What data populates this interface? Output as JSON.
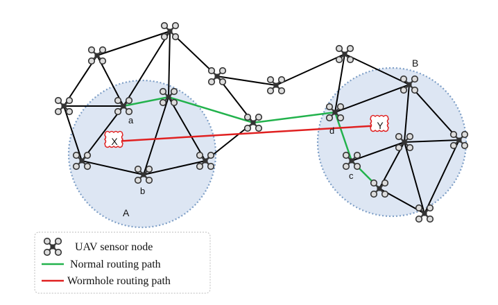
{
  "diagram": {
    "zones": {
      "A": "A",
      "B": "B"
    },
    "node_labels": {
      "a": "a",
      "b": "b",
      "c": "c",
      "d": "d"
    },
    "attackers": {
      "X": "X",
      "Y": "Y"
    },
    "icon": "uav-quadcopter-icon",
    "colors": {
      "normal_path": "#22b24c",
      "wormhole_path": "#e02020",
      "zone_fill": "#dde6f3",
      "zone_border": "#7d9ec6",
      "edge": "#000000"
    }
  },
  "legend": {
    "node": "UAV sensor node",
    "normal": "Normal routing path",
    "wormhole": "Wormhole routing path"
  }
}
